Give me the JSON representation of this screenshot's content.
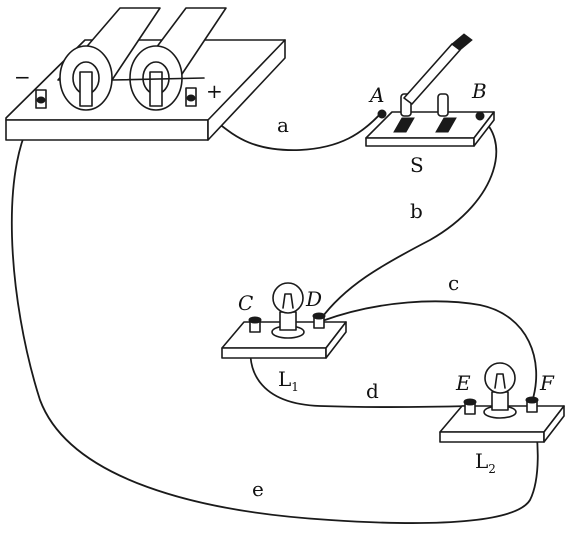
{
  "battery": {
    "minus_sign": "−",
    "plus_sign": "+"
  },
  "switch": {
    "name": "S",
    "terminal_left": "A",
    "terminal_right": "B"
  },
  "lamp1": {
    "name": "L",
    "subscript": "1",
    "terminal_left": "C",
    "terminal_right": "D"
  },
  "lamp2": {
    "name": "L",
    "subscript": "2",
    "terminal_left": "E",
    "terminal_right": "F"
  },
  "wires": {
    "a": "a",
    "b": "b",
    "c": "c",
    "d": "d",
    "e": "e"
  },
  "colors": {
    "ink": "#1a1a1a",
    "background": "#ffffff"
  }
}
